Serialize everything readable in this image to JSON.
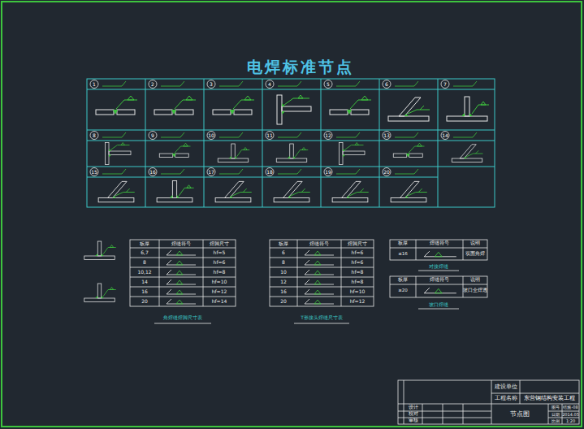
{
  "diagram": {
    "title": "电焊标准节点",
    "labels": [
      "1",
      "2",
      "3",
      "4",
      "5",
      "6",
      "7",
      "8",
      "9",
      "10",
      "11",
      "12",
      "13",
      "14",
      "15",
      "16",
      "17",
      "18",
      "19",
      "20",
      "板厚",
      "焊缝符号",
      "焊脚尺寸",
      "6,7",
      "8",
      "10,12",
      "14",
      "16",
      "20",
      "hf=5",
      "hf=6",
      "hf=8",
      "hf=10",
      "hf=12",
      "hf=14",
      "角焊缝焊脚尺寸表",
      "板厚",
      "焊缝符号",
      "焊脚尺寸",
      "6",
      "8",
      "10",
      "12",
      "16",
      "20",
      "hf=6",
      "hf=6",
      "hf=8",
      "hf=8",
      "hf=10",
      "hf=12",
      "T形接头焊缝尺寸表",
      "板厚",
      "焊缝符号",
      "说明",
      "≤16",
      "双面角焊",
      "对接焊缝",
      "板厚",
      "焊缝符号",
      "说明",
      "≥20",
      "坡口全焊透",
      "坡口焊缝",
      "建设单位",
      "工程名称",
      "东营钢结构安装工程",
      "节点图",
      "设计",
      "校对",
      "审核",
      "图号",
      "结施-08",
      "日期",
      "2014.05",
      "比例",
      "1:20"
    ]
  }
}
